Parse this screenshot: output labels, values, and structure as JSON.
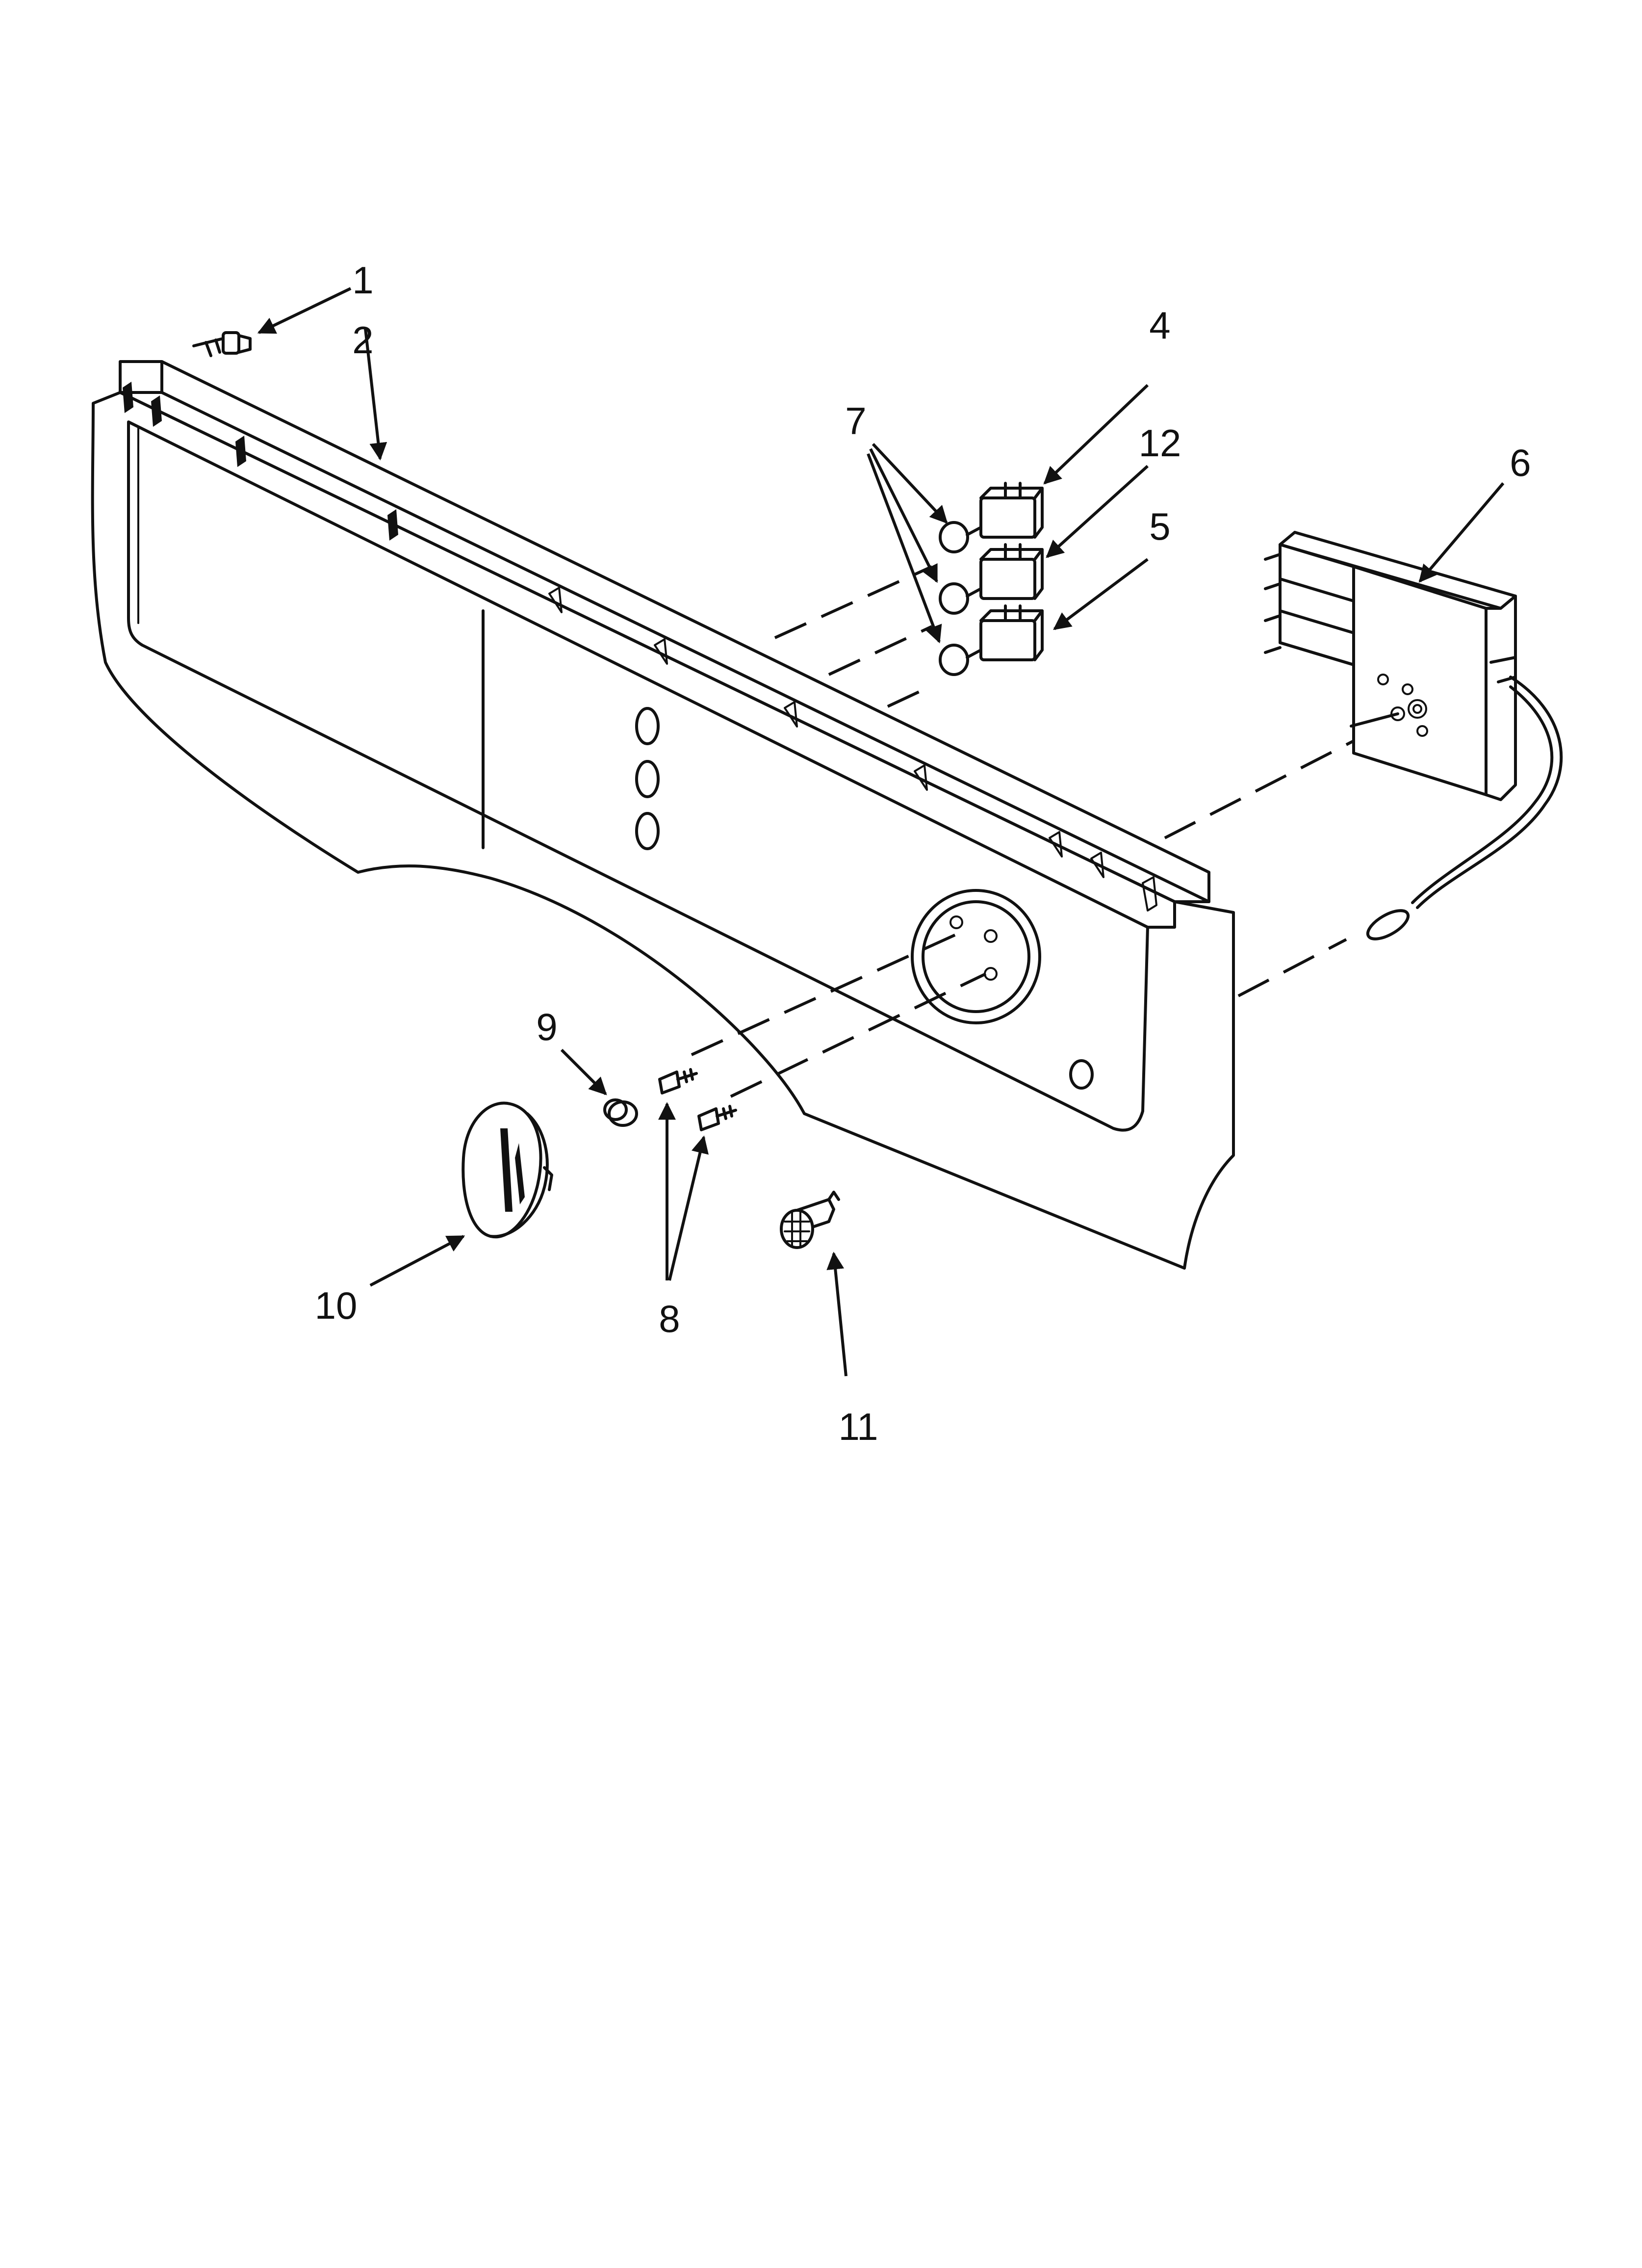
{
  "diagram": {
    "type": "exploded-parts-view",
    "callouts": [
      {
        "id": "c1",
        "label": "1",
        "part": "screw"
      },
      {
        "id": "c2",
        "label": "2",
        "part": "console-panel"
      },
      {
        "id": "c4",
        "label": "4",
        "part": "switch"
      },
      {
        "id": "c12",
        "label": "12",
        "part": "switch"
      },
      {
        "id": "c5",
        "label": "5",
        "part": "switch"
      },
      {
        "id": "c7",
        "label": "7",
        "part": "push-button"
      },
      {
        "id": "c6",
        "label": "6",
        "part": "electronic-control"
      },
      {
        "id": "c9",
        "label": "9",
        "part": "clip"
      },
      {
        "id": "c8",
        "label": "8",
        "part": "screw"
      },
      {
        "id": "c10",
        "label": "10",
        "part": "knob"
      },
      {
        "id": "c11",
        "label": "11",
        "part": "led-holder"
      }
    ]
  }
}
